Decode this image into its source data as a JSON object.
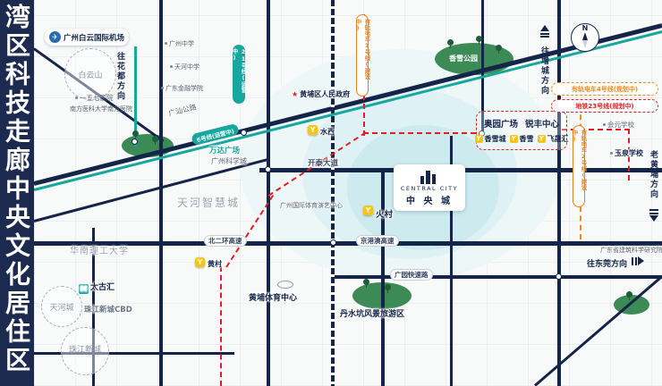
{
  "banner": {
    "title": "湾区科技走廊中央文化居住区"
  },
  "compass": {
    "n": "N"
  },
  "directions": {
    "huadu": "往花都方向",
    "zengcheng": "往增城方向",
    "dongguan": "往东莞方向",
    "laohuangpu": "老黄埔方向"
  },
  "legend": {
    "tram4": "有轨电车4号线(规划中)",
    "metro23": "地铁23号线(规划中)"
  },
  "badges": {
    "line21": "21号线(运营中)",
    "line6": "6号线(运营中)",
    "tram1": "有轨电车1号线(建设中)",
    "tram2": "有轨电车2号线(建设中)"
  },
  "roads": {
    "guangshan": "广汕公路",
    "kaitai": "开泰大道",
    "beierhuan": "北二环高速",
    "jinggangao": "京港澳高速",
    "guangyuan": "广园快速路"
  },
  "project": {
    "en": "CENTRAL CITY",
    "cn": "中 央 城"
  },
  "cluster": {
    "aoyuan": "奥园广场",
    "ruifeng": "锐丰中心",
    "xiangxuecheng": "香雪城",
    "xiangxue": "香雪",
    "feishenghui": "飞晟汇"
  },
  "icons": {
    "plane": "✈",
    "star": "★",
    "metro": "M",
    "marker": "Y"
  },
  "pois": {
    "airport": "广州白云国际机场",
    "baiyunshan": "白云山",
    "hosp157": "一五七医院",
    "nanfang_hospital": "南方医科大学南方医院",
    "guangzhou_middle": "广州中学",
    "tianhe_middle": "天河中学",
    "jinrong_college": "广东金融学院",
    "wanda": "万达广场",
    "science_city": "广州科学城",
    "smart_city": "天河智慧城",
    "scut": "华南理工大学",
    "taikoo": "太古汇",
    "tianhecheng": "天河城",
    "cbd": "珠江新城CBD",
    "zhujiang_newtown": "珠江新城",
    "sports_center": "黄埔体育中心",
    "danshuikeng": "丹水坑风景旅游区",
    "xiangxue_park": "香雪公园",
    "gov": "黄埔区人民政府",
    "arena": "广州国际体育演艺中心",
    "yuquan": "玉泉学校",
    "huiyuan": "会元学校",
    "jianke": "广东省建筑科学研究院",
    "huocun": "火村",
    "shuixi": "水西",
    "huangcun": "黄村"
  }
}
